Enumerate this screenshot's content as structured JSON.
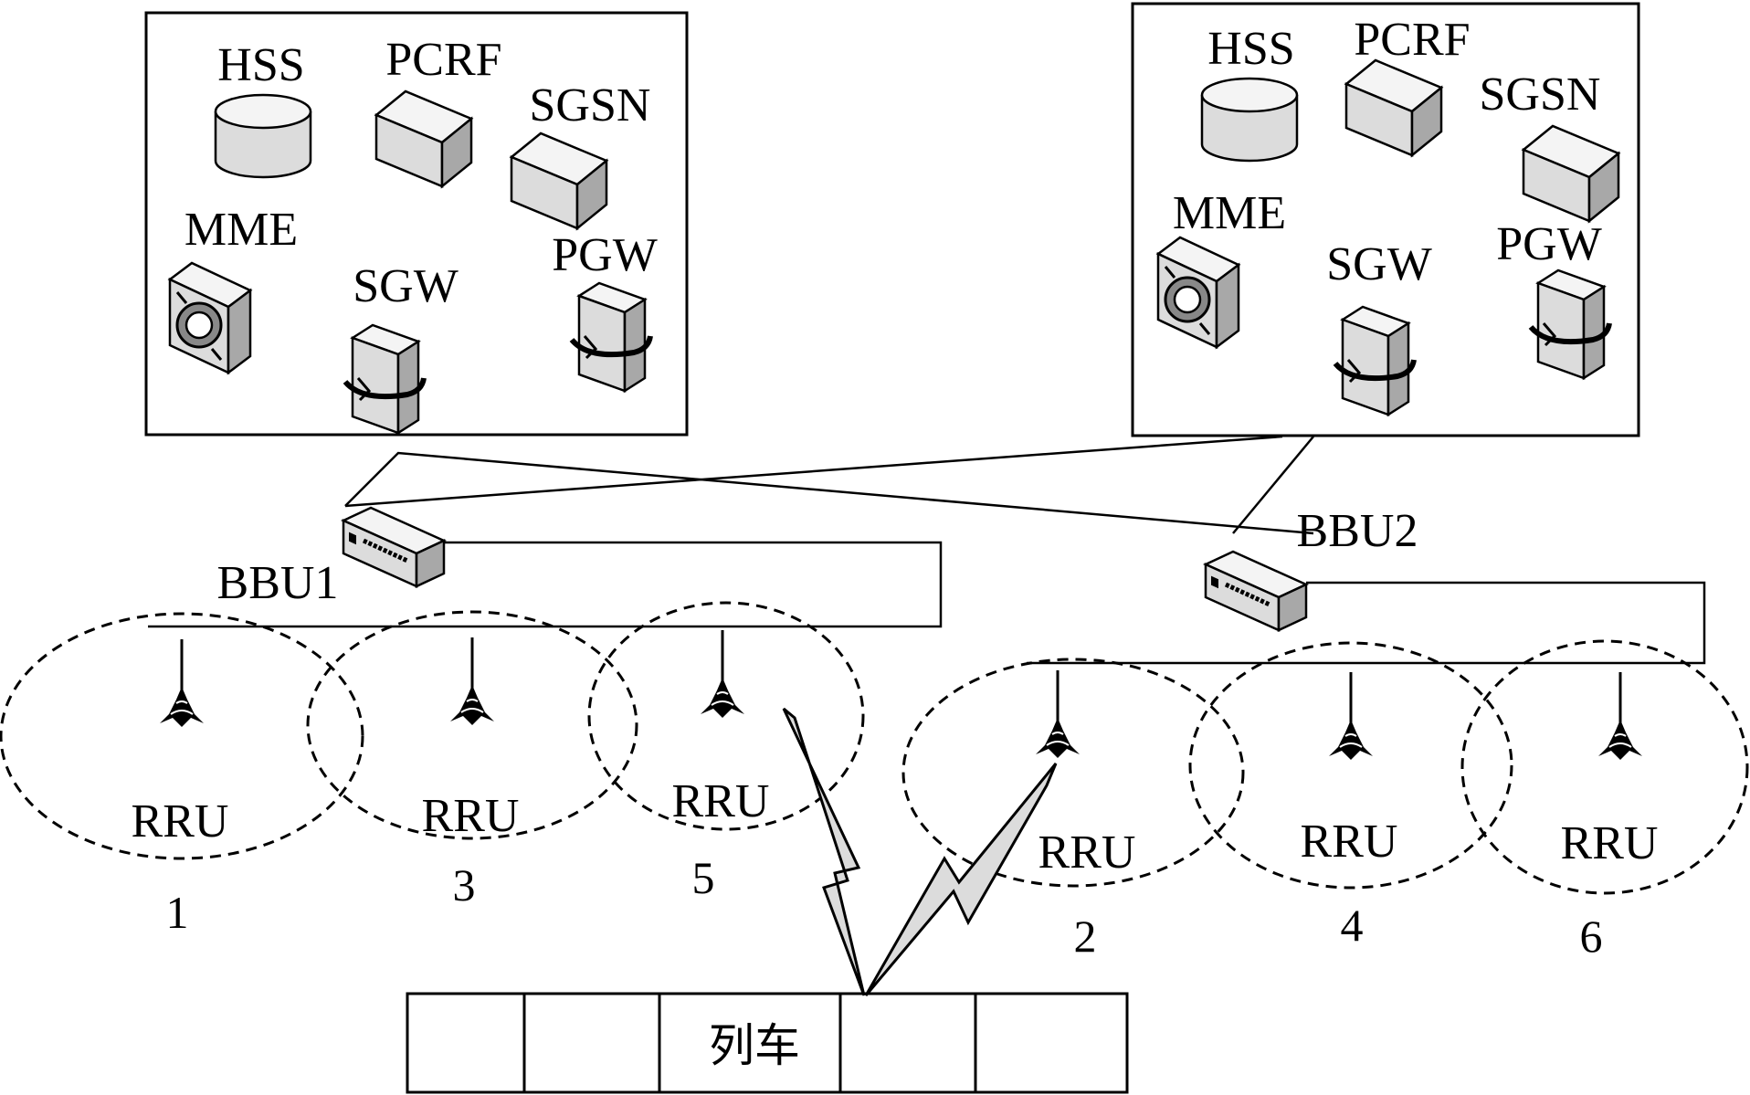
{
  "core_left": {
    "hss": "HSS",
    "pcrf": "PCRF",
    "sgsn": "SGSN",
    "mme": "MME",
    "sgw": "SGW",
    "pgw": "PGW"
  },
  "core_right": {
    "hss": "HSS",
    "pcrf": "PCRF",
    "sgsn": "SGSN",
    "mme": "MME",
    "sgw": "SGW",
    "pgw": "PGW"
  },
  "bbu1": "BBU1",
  "bbu2": "BBU2",
  "rrus": [
    {
      "label": "RRU",
      "number": "1"
    },
    {
      "label": "RRU",
      "number": "3"
    },
    {
      "label": "RRU",
      "number": "5"
    },
    {
      "label": "RRU",
      "number": "2"
    },
    {
      "label": "RRU",
      "number": "4"
    },
    {
      "label": "RRU",
      "number": "6"
    }
  ],
  "train": "列车",
  "icons": {
    "hss": "database-cylinder-icon",
    "pcrf": "server-box-icon",
    "sgsn": "server-box-icon",
    "mme": "switch-icon",
    "sgw": "gateway-tower-icon",
    "pgw": "gateway-tower-icon",
    "bbu": "baseband-unit-icon",
    "rru": "antenna-tower-icon",
    "radio": "lightning-link-icon"
  }
}
